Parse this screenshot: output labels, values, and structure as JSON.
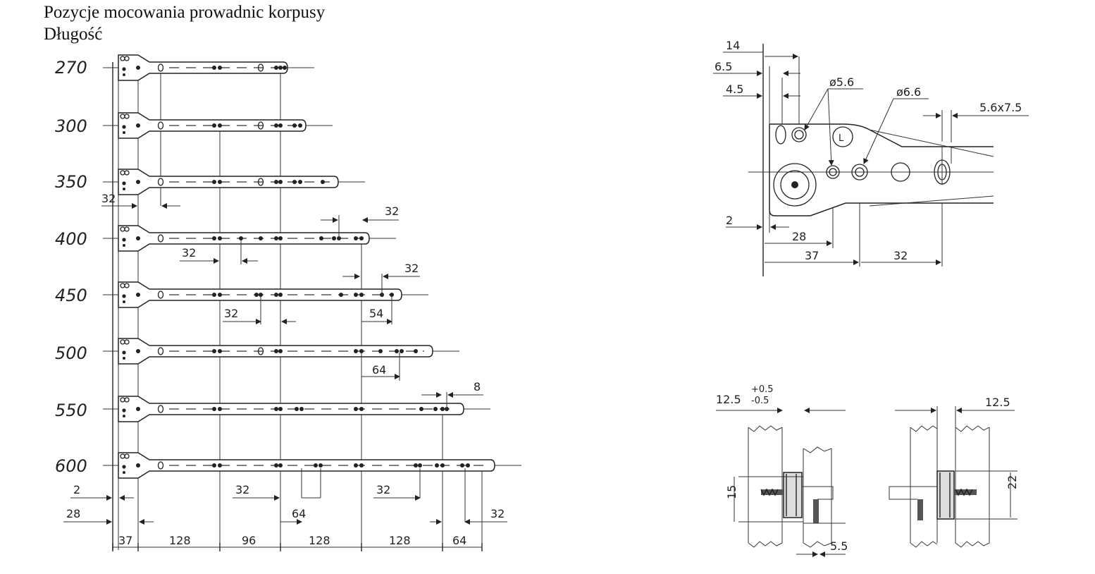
{
  "title": {
    "line1": "Pozycje mocowania prowadnic korpusy",
    "line2": "Długość"
  },
  "lengths": [
    "270",
    "300",
    "350",
    "400",
    "450",
    "500",
    "550",
    "600"
  ],
  "left_dimensions": {
    "d32_350": "32",
    "d32_400_right": "32",
    "d32_400_mid": "32",
    "d32_450_right": "32",
    "d32_450_mid": "32",
    "d54": "54",
    "d64_500": "64",
    "d8": "8",
    "d2": "2",
    "d28": "28",
    "d32_a": "32",
    "d64_a": "64",
    "d32_b": "32",
    "d32_c": "32",
    "bottom": [
      "37",
      "128",
      "96",
      "128",
      "128",
      "64"
    ]
  },
  "detail_top": {
    "d14": "14",
    "d6_5": "6.5",
    "d4_5": "4.5",
    "phi5_6": "ø5.6",
    "phi6_6": "ø6.6",
    "slot": "5.6x7.5",
    "d2": "2",
    "d28": "28",
    "d37": "37",
    "d32": "32",
    "letter": "L"
  },
  "detail_bottom": {
    "d12_5_left": "12.5",
    "tol_plus": "+0.5",
    "tol_minus": "-0.5",
    "d15": "15",
    "d5_5": "5.5",
    "d12_5_right": "12.5",
    "d22": "22"
  }
}
